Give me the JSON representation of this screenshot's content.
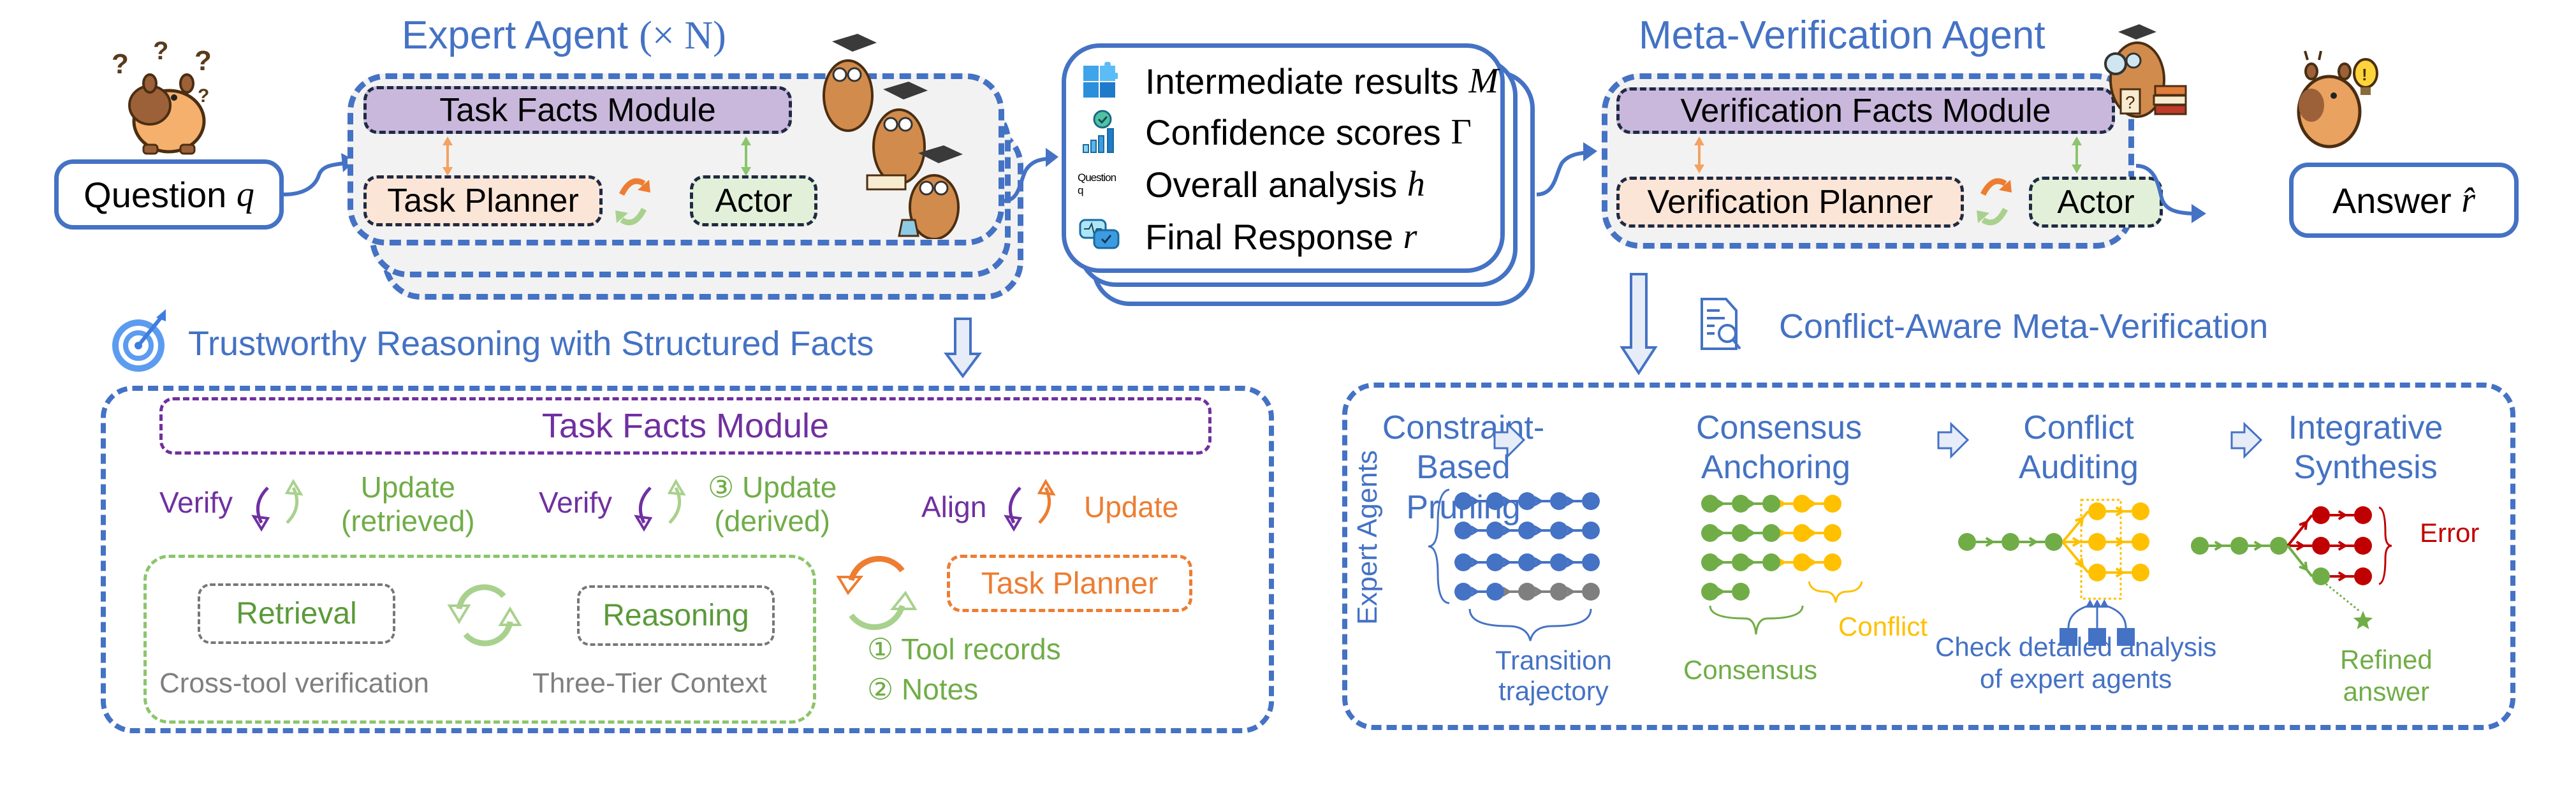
{
  "top": {
    "question_box": {
      "label": "Question",
      "symbol": "q"
    },
    "expert_agent": {
      "title": "Expert Agent",
      "multiplier": "(× N)",
      "facts_module": "Task Facts Module",
      "planner": "Task Planner",
      "actor": "Actor"
    },
    "outputs": [
      {
        "icon": "puzzle-icon",
        "label": "Intermediate results",
        "symbol": "M"
      },
      {
        "icon": "confidence-chart-icon",
        "label": "Confidence scores",
        "symbol": "Γ"
      },
      {
        "icon": "question-text-icon",
        "label": "Overall analysis",
        "symbol": "h",
        "icon_text": "Question q"
      },
      {
        "icon": "chat-bubbles-icon",
        "label": "Final Response",
        "symbol": "r"
      }
    ],
    "meta_agent": {
      "title": "Meta-Verification Agent",
      "facts_module": "Verification Facts Module",
      "planner": "Verification Planner",
      "actor": "Actor"
    },
    "answer_box": {
      "label": "Answer",
      "symbol": "r̂"
    }
  },
  "left_panel": {
    "heading": "Trustworthy Reasoning with Structured Facts",
    "facts_module": "Task Facts Module",
    "pairs": [
      {
        "left": "Verify",
        "right_line1": "Update",
        "right_line2": "(retrieved)"
      },
      {
        "left": "Verify",
        "right_line1": "③ Update",
        "right_line2": "(derived)"
      },
      {
        "left": "Align",
        "right_line1": "Update",
        "right_line2": ""
      }
    ],
    "retrieval": "Retrieval",
    "reasoning": "Reasoning",
    "cross_tool": "Cross-tool verification",
    "three_tier": "Three-Tier Context",
    "task_planner": "Task Planner",
    "notes": [
      "① Tool records",
      "② Notes"
    ]
  },
  "right_panel": {
    "heading": "Conflict-Aware Meta-Verification",
    "stages": [
      {
        "line1": "Constraint-Based",
        "line2": "Pruning"
      },
      {
        "line1": "Consensus",
        "line2": "Anchoring"
      },
      {
        "line1": "Conflict",
        "line2": "Auditing"
      },
      {
        "line1": "Integrative",
        "line2": "Synthesis"
      }
    ],
    "expert_agents_label": "Expert Agents",
    "transition_label_1": "Transition",
    "transition_label_2": "trajectory",
    "consensus_label": "Consensus",
    "conflict_label": "Conflict",
    "check_label_1": "Check detailed analysis",
    "check_label_2": "of expert agents",
    "error_label": "Error",
    "refined_label_1": "Refined",
    "refined_label_2": "answer"
  },
  "colors": {
    "blue": "#4472C4",
    "green": "#70AD47",
    "yellow": "#FFC000",
    "red": "#C00000",
    "gray": "#7F7F7F",
    "purple": "#7030A0",
    "orange": "#ED7D31"
  }
}
